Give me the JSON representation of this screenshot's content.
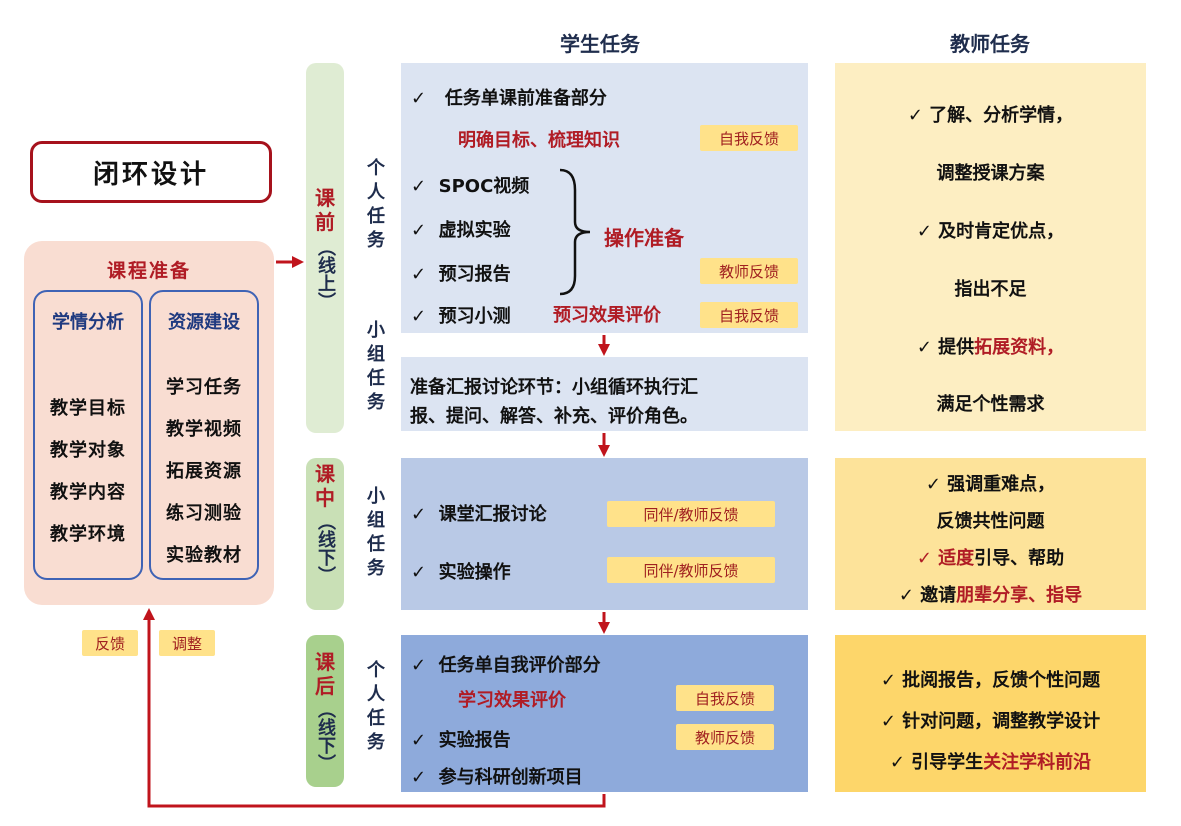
{
  "headers": {
    "student": "学生任务",
    "teacher": "教师任务"
  },
  "title": "闭环设计",
  "prep": {
    "title": "课程准备",
    "left": {
      "head": "学情分析",
      "items": [
        "教学目标",
        "教学对象",
        "教学内容",
        "教学环境"
      ]
    },
    "right": {
      "head": "资源建设",
      "items": [
        "学习任务",
        "教学视频",
        "拓展资源",
        "练习测验",
        "实验教材"
      ]
    }
  },
  "loop": {
    "feedback": "反馈",
    "adjust": "调整"
  },
  "stages": {
    "pre": {
      "name1": "课",
      "name2": "前",
      "mode": "（线上）",
      "indiv": "个人任务",
      "group": "小组任务"
    },
    "in": {
      "name1": "课",
      "name2": "中",
      "mode": "（线下）",
      "group": "小组任务"
    },
    "post": {
      "name1": "课",
      "name2": "后",
      "mode": "（线下）",
      "indiv": "个人任务"
    }
  },
  "pre_student": {
    "item1": "任务单课前准备部分",
    "goal": "明确目标、梳理知识",
    "self_fb": "自我反馈",
    "spoc": "SPOC视频",
    "virtual": "虚拟实验",
    "report": "预习报告",
    "op_prep": "操作准备",
    "teacher_fb": "教师反馈",
    "quiz": "预习小测",
    "eval": "预习效果评价",
    "self_fb2": "自我反馈"
  },
  "pre_group": {
    "line1": "准备汇报讨论环节：小组循环执行汇",
    "line2": "报、提问、解答、补充、评价角色。"
  },
  "in_student": {
    "item1": "课堂汇报讨论",
    "fb1": "同伴/教师反馈",
    "item2": "实验操作",
    "fb2": "同伴/教师反馈"
  },
  "post_student": {
    "item1": "任务单自我评价部分",
    "eval": "学习效果评价",
    "self_fb": "自我反馈",
    "item2": "实验报告",
    "teacher_fb": "教师反馈",
    "item3": "参与科研创新项目"
  },
  "teacher_pre": {
    "l1": "✓ 了解、分析学情，",
    "l2": "调整授课方案",
    "l3": "✓ 及时肯定优点，",
    "l4": "指出不足",
    "l5a": "✓ 提供",
    "l5b": "拓展资料，",
    "l6": "满足个性需求"
  },
  "teacher_in": {
    "l1": "✓ 强调重难点，",
    "l2": "反馈共性问题",
    "l3a": "✓ 适度",
    "l3b": "引导、帮助",
    "l4a": "✓ 邀请",
    "l4b": "朋辈分享、指导"
  },
  "teacher_post": {
    "l1": "✓ 批阅报告，反馈个性问题",
    "l2": "✓ 针对问题，调整教学设计",
    "l3a": "✓ 引导学生",
    "l3b": "关注学科前沿"
  },
  "check": "✓",
  "colors": {
    "accent_red": "#b01c25",
    "panel_pre": "#dce4f2",
    "panel_in": "#b9c9e6",
    "panel_post": "#8eaadb",
    "teacher_pre": "#fdeec2",
    "teacher_in": "#fde39a",
    "teacher_post": "#fdd66a",
    "feedback_tag": "#ffe28a"
  }
}
